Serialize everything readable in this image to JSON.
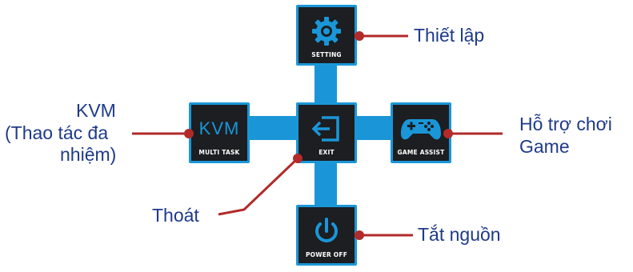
{
  "tiles": {
    "setting": {
      "label": "SETTING",
      "icon": "gear-icon"
    },
    "multitask": {
      "label": "MULTI TASK",
      "icon_text": "KVM"
    },
    "exit": {
      "label": "EXIT",
      "icon": "exit-icon"
    },
    "game_assist": {
      "label": "GAME ASSIST",
      "icon": "gamepad-icon"
    },
    "power_off": {
      "label": "POWER OFF",
      "icon": "power-icon"
    }
  },
  "callouts": {
    "setting": "Thiết lập",
    "kvm_line1": "KVM",
    "kvm_line2": "(Thao tác đa",
    "kvm_line3": "nhiệm)",
    "game_line1": "Hỗ trợ chơi",
    "game_line2": "Game",
    "exit": "Thoát",
    "power": "Tắt nguồn"
  },
  "colors": {
    "accent_blue": "#1a96d8",
    "tile_bg": "#1c1e21",
    "callout_line": "#b22a2a",
    "text_blue": "#1e3a8a"
  }
}
